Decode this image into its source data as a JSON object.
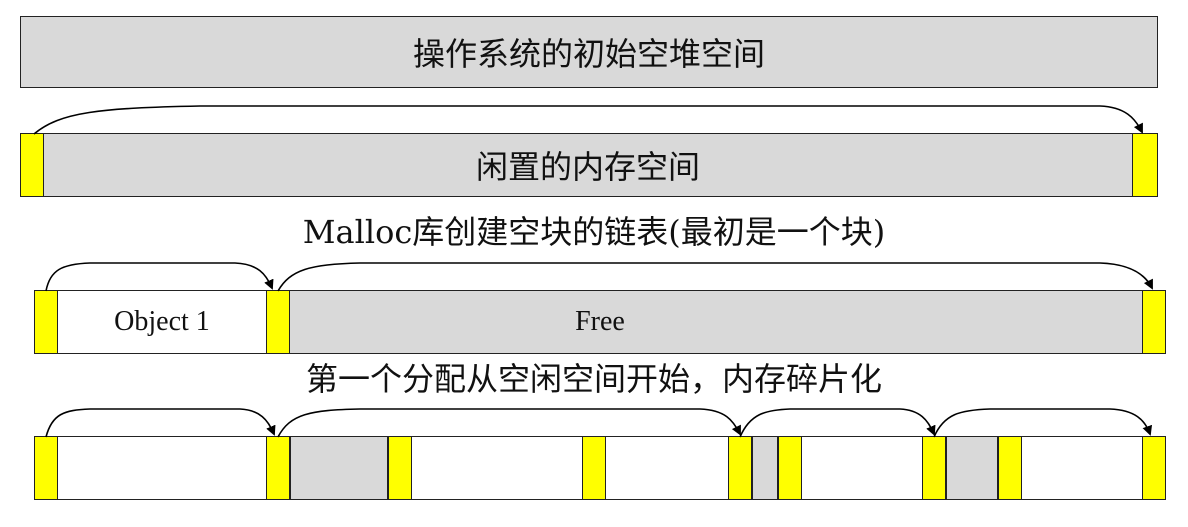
{
  "top_bar": {
    "label": "操作系统的初始空堆空间"
  },
  "row1": {
    "free_label": "闲置的内存空间"
  },
  "caption1": "Malloc库创建空块的链表(最初是一个块)",
  "row2": {
    "object_label": "Object 1",
    "free_label": "Free"
  },
  "caption2": "第一个分配从空闲空间开始，内存碎片化",
  "colors": {
    "header_block": "#ffff00",
    "free_space": "#d9d9d9",
    "allocated": "#ffffff"
  }
}
